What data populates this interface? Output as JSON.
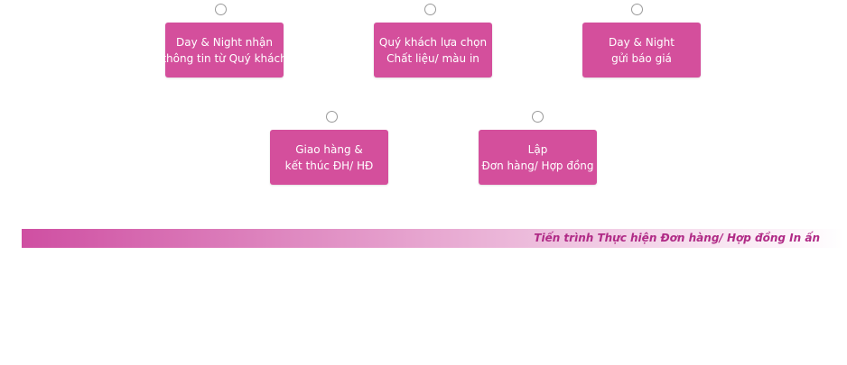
{
  "colors": {
    "box_fill": "#d44f9c",
    "banner_start": "#cf4fa2",
    "banner_end": "#ffffff",
    "banner_text": "#b02a86"
  },
  "steps": [
    {
      "line1": "Day & Night nhận",
      "line2": "thông tin từ Quý khách"
    },
    {
      "line1": "Quý khách lựa chọn",
      "line2": "Chất liệu/ màu in"
    },
    {
      "line1": "Day & Night",
      "line2": "gửi báo giá"
    },
    {
      "line1": "Lập",
      "line2": "Đơn hàng/ Hợp đồng"
    },
    {
      "line1": "Giao hàng &",
      "line2": "kết thúc ĐH/ HĐ"
    }
  ],
  "banner": {
    "title": "Tiến trình Thực hiện Đơn hàng/ Hợp đồng In ấn"
  }
}
